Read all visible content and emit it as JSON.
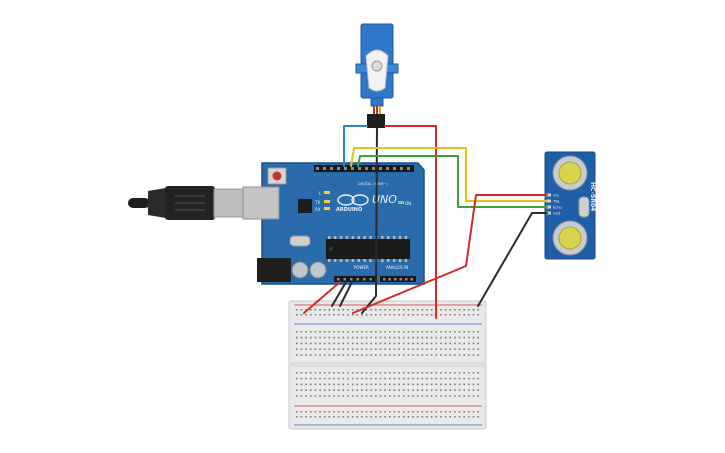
{
  "arduino": {
    "brand": "ARDUINO",
    "model": "UNO",
    "digital_header": "DIGITAL (PWM~)",
    "power_label": "POWER",
    "analog_label": "ANALOG IN",
    "led_tx": "TX",
    "led_rx": "RX",
    "led_l": "L",
    "led_on": "ON"
  },
  "sensor": {
    "model": "HC-SR04",
    "pins": [
      "Vcc",
      "Trig",
      "Echo",
      "Gnd"
    ]
  },
  "colors": {
    "board": "#2a6cab",
    "board_dark": "#1d4f82",
    "wire_red": "#d42a2a",
    "wire_black": "#2b2b2b",
    "wire_yellow": "#e6c21a",
    "wire_green": "#3aa33a",
    "wire_blue": "#2a86c8",
    "breadboard": "#e9e9e9",
    "servo": "#2f77c9"
  }
}
